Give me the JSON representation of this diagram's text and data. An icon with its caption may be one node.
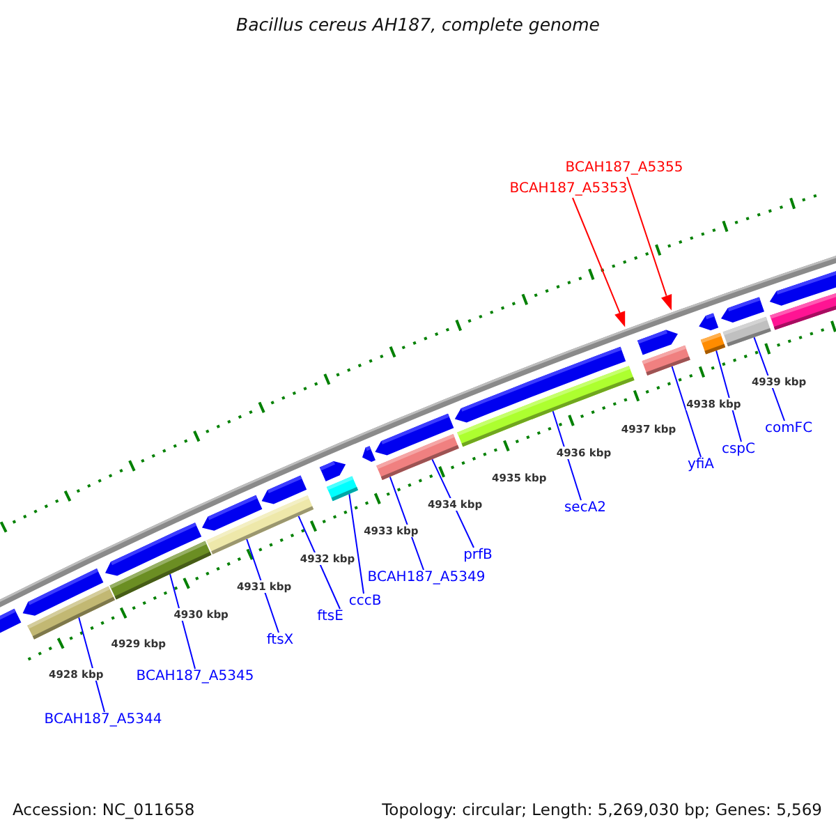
{
  "diagram": {
    "title": "Bacillus cereus AH187, complete genome",
    "nodes": [
      {
        "text": [
          "BCAH187_A5355"
        ]
      },
      {
        "text": [
          "BCAH187_A5353"
        ]
      },
      {
        "text": [
          "yfiA"
        ]
      },
      {
        "text": [
          "cspC"
        ]
      },
      {
        "text": [
          "comFC"
        ]
      },
      {
        "text": [
          "secA2"
        ]
      },
      {
        "text": [
          "prfB"
        ]
      },
      {
        "text": [
          "BCAH187_A5349"
        ]
      },
      {
        "text": [
          "cccB"
        ]
      },
      {
        "text": [
          "ftsE"
        ]
      },
      {
        "text": [
          "ftsX"
        ]
      },
      {
        "text": [
          "BCAH187_A5345"
        ]
      },
      {
        "text": [
          "BCAH187_A5344"
        ]
      },
      {
        "text": [],
        "shape": "bar"
      },
      {
        "text": [],
        "shape": "bar"
      },
      {
        "text": [],
        "shape": "bar"
      },
      {
        "text": [],
        "shape": "bar"
      },
      {
        "text": [],
        "shape": "bar"
      },
      {
        "text": [],
        "shape": "bar"
      },
      {
        "text": [],
        "shape": "triangle"
      },
      {
        "text": [],
        "shape": "bar"
      },
      {
        "text": [],
        "shape": "triangle"
      },
      {
        "text": [],
        "shape": "bar"
      },
      {
        "text": [],
        "shape": "bar"
      },
      {
        "text": [],
        "shape": "bar"
      },
      {
        "text": [],
        "shape": "arrow"
      },
      {
        "text": [],
        "shape": "arrow"
      },
      {
        "text": [],
        "shape": "arrow"
      },
      {
        "text": [],
        "shape": "arrow"
      },
      {
        "text": [],
        "shape": "arrow"
      },
      {
        "text": [],
        "shape": "arrow"
      },
      {
        "text": [],
        "shape": "arrow"
      },
      {
        "text": [],
        "shape": "arrow"
      },
      {
        "text": [],
        "shape": "arrow"
      },
      {
        "text": [],
        "shape": "arrow"
      },
      {
        "text": [],
        "shape": "arrow"
      },
      {
        "text": [],
        "shape": "arrow"
      },
      {
        "text": [],
        "shape": "arrow"
      }
    ],
    "edges": [
      {
        "from": 0,
        "to": 21,
        "arrow": "none",
        "color": "#ff0000"
      },
      {
        "from": 1,
        "to": 19,
        "arrow": "none",
        "color": "#ff0000"
      },
      {
        "from": 2,
        "to": 20,
        "arrow": "none"
      },
      {
        "from": 3,
        "to": 22,
        "arrow": "none"
      },
      {
        "from": 4,
        "to": 23,
        "arrow": "none"
      },
      {
        "from": 5,
        "to": 18,
        "arrow": "none"
      },
      {
        "from": 6,
        "to": 17,
        "arrow": "none"
      },
      {
        "from": 7,
        "to": 17,
        "arrow": "none"
      },
      {
        "from": 8,
        "to": 16,
        "arrow": "none"
      },
      {
        "from": 9,
        "to": 15,
        "arrow": "none"
      },
      {
        "from": 10,
        "to": 15,
        "arrow": "none"
      },
      {
        "from": 11,
        "to": 14,
        "arrow": "none"
      },
      {
        "from": 12,
        "to": 13,
        "arrow": "none"
      }
    ],
    "labels": [
      "4928 kbp",
      "4929 kbp",
      "4930 kbp",
      "4931 kbp",
      "4932 kbp",
      "4933 kbp",
      "4934 kbp",
      "4935 kbp",
      "4936 kbp",
      "4937 kbp",
      "4938 kbp",
      "4939 kbp",
      "Accession: NC_011658",
      "Topology: circular; Length: 5,269,030 bp; Genes: 5,569"
    ]
  }
}
